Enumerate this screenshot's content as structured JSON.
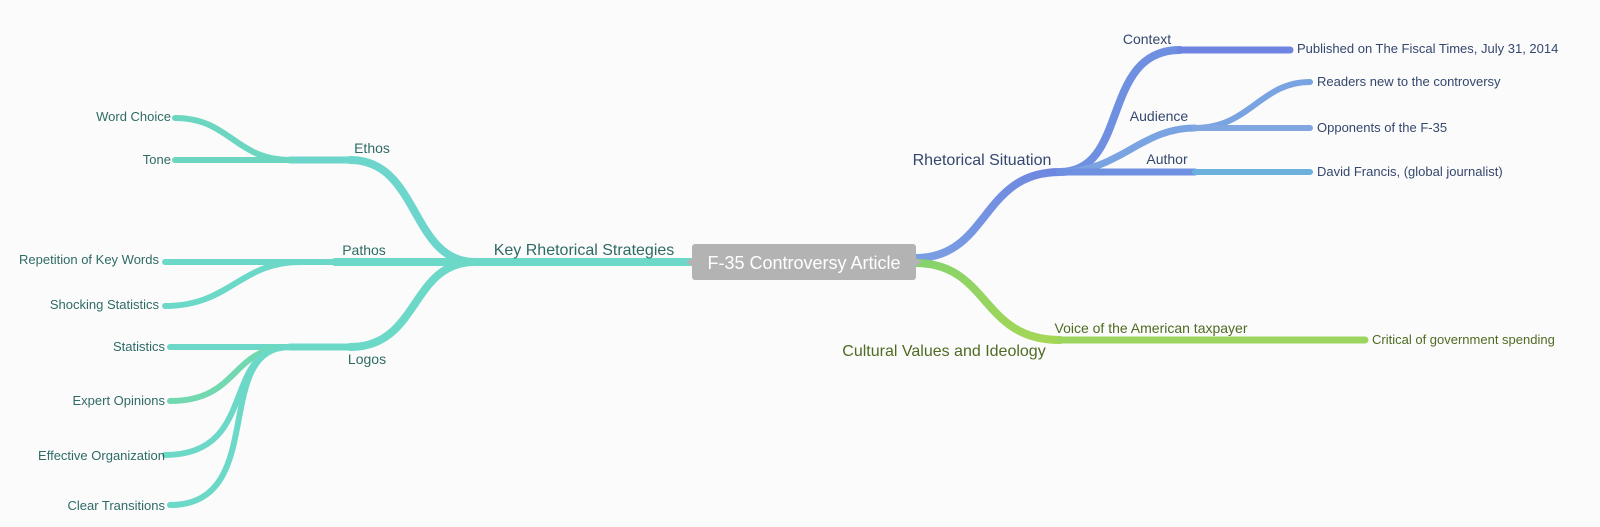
{
  "root": {
    "label": "F-35 Controversy Article",
    "fill": "#b3b3b3",
    "text_color": "#ffffff"
  },
  "colors": {
    "teal": "#66d9c9",
    "blue": "#6f8fe0",
    "green": "#9bd45f",
    "text_teal": "#2f6b66",
    "text_blue": "#34476e",
    "text_green": "#4f6b22"
  },
  "branches": {
    "strategies": {
      "label": "Key Rhetorical Strategies",
      "ethos": {
        "label": "Ethos",
        "items": [
          "Word Choice",
          "Tone"
        ]
      },
      "pathos": {
        "label": "Pathos",
        "items": [
          "Repetition of Key Words",
          "Shocking Statistics"
        ]
      },
      "logos": {
        "label": "Logos",
        "items": [
          "Statistics",
          "Expert Opinions",
          "Effective Organization",
          "Clear Transitions"
        ]
      }
    },
    "situation": {
      "label": "Rhetorical Situation",
      "context": {
        "label": "Context",
        "items": [
          "Published on The Fiscal Times, July 31, 2014"
        ]
      },
      "audience": {
        "label": "Audience",
        "items": [
          "Readers new to the controversy",
          "Opponents of the F-35"
        ]
      },
      "author": {
        "label": "Author",
        "items": [
          "David Francis, (global journalist)"
        ]
      }
    },
    "culture": {
      "label": "Cultural Values and Ideology",
      "voice": {
        "label": "Voice of the American taxpayer",
        "items": [
          "Critical of government spending"
        ]
      }
    }
  }
}
